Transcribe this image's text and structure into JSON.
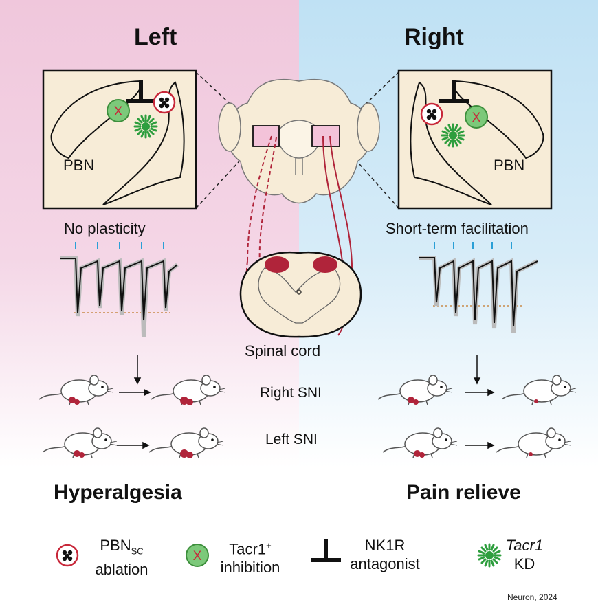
{
  "titles": {
    "left": "Left",
    "right": "Right"
  },
  "panels": {
    "left_region": "PBN",
    "right_region": "PBN"
  },
  "recordings": {
    "left": "No plasticity",
    "right": "Short-term facilitation"
  },
  "spinal_cord_label": "Spinal cord",
  "conditions": {
    "right_sni": "Right SNI",
    "left_sni": "Left SNI"
  },
  "outcomes": {
    "left": "Hyperalgesia",
    "right": "Pain relieve"
  },
  "legend": [
    {
      "icon": "ablation-icon",
      "line1": "PBN",
      "line1_sub": "SC",
      "line2": "ablation"
    },
    {
      "icon": "inhibition-icon",
      "line1": "Tacr1",
      "line1_sup": "+",
      "line2": "inhibition"
    },
    {
      "icon": "antagonist-icon",
      "line1": "NK1R",
      "line2": "antagonist"
    },
    {
      "icon": "knockdown-icon",
      "line1": "Tacr1",
      "line2": "KD"
    }
  ],
  "credit": "Neuron, 2024",
  "colors": {
    "left_bg": "#f0c7dc",
    "right_bg": "#bfe1f4",
    "pathway": "#b0243a",
    "inhibition_green": "#4caf50",
    "kd_green": "#2e9e3e",
    "tissue": "#f7ecd7"
  }
}
